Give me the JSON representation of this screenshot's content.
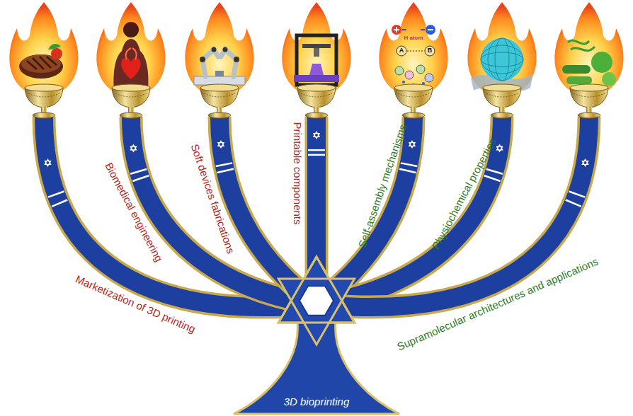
{
  "diagram": {
    "nodes": [
      {
        "text": [
          "Marketization of 3D printing"
        ]
      },
      {
        "text": [
          "Biomedical engineering"
        ]
      },
      {
        "text": [
          "Soft devices fabrications"
        ]
      },
      {
        "text": [
          "Printable components"
        ]
      },
      {
        "text": [
          "Self-assembly mechanisms"
        ]
      },
      {
        "text": [
          "Physiochemical properties"
        ]
      },
      {
        "text": [
          "Supramolecular architectures and applications"
        ]
      },
      {
        "text": [
          "3D bioprinting"
        ]
      }
    ],
    "labels": [
      "H atom",
      "A",
      "B"
    ]
  }
}
